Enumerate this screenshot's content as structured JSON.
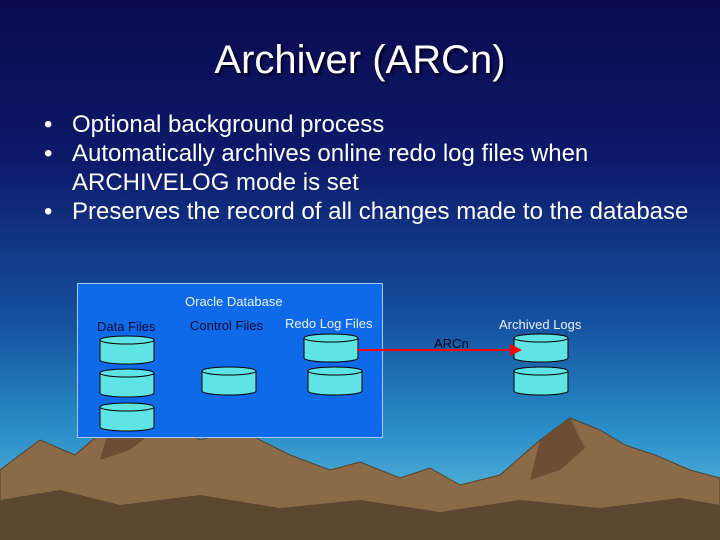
{
  "slide": {
    "title": "Archiver (ARCn)",
    "bullets": [
      "Optional background process",
      "Automatically archives online redo log files when ARCHIVELOG mode is set",
      "Preserves the record of all changes made to the database"
    ]
  },
  "diagram": {
    "database_label": "Oracle Database",
    "data_files_label": "Data Files",
    "control_files_label": "Control Files",
    "redo_log_files_label": "Redo Log Files",
    "archived_logs_label": "Archived Logs",
    "process_label": "ARCn"
  },
  "colors": {
    "cylinder_fill": "#5fe3e3",
    "cylinder_stroke": "#000000",
    "arrow": "#ff0000",
    "db_box": "#0e6ae8"
  }
}
